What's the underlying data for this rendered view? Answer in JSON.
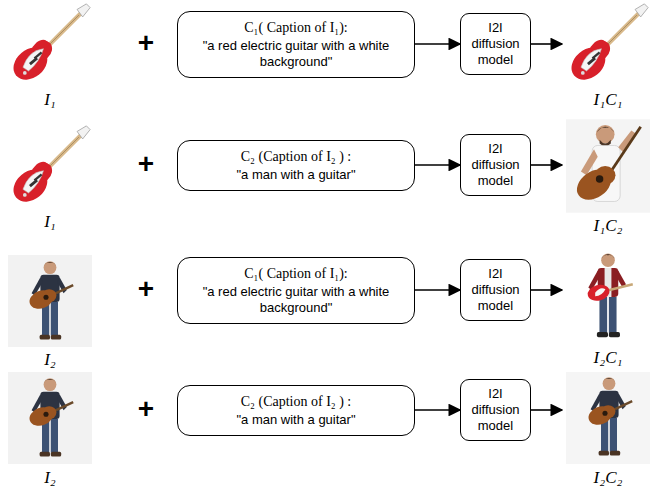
{
  "diagram": {
    "nodes": [
      {
        "text": [
          "C₁( Caption of I₁):",
          "\"a red electric guitar with a white background\""
        ]
      },
      {
        "text": [
          "I2I diffusion model"
        ]
      },
      {
        "text": [
          "C₂ (Caption of I₂ ) :",
          "\"a man with a guitar\""
        ]
      },
      {
        "text": [
          "I2I diffusion model"
        ]
      },
      {
        "text": [
          "C₁( Caption of I₁):",
          "\"a red electric guitar with a white background\""
        ]
      },
      {
        "text": [
          "I2I diffusion model"
        ]
      },
      {
        "text": [
          "C₂ (Caption of I₂ ) :",
          "\"a man with a guitar\""
        ]
      },
      {
        "text": [
          "I2I diffusion model"
        ]
      }
    ],
    "edges": [
      {
        "from": 0,
        "to": 1,
        "arrow": "to"
      },
      {
        "from": 2,
        "to": 3,
        "arrow": "to"
      },
      {
        "from": 4,
        "to": 5,
        "arrow": "to"
      },
      {
        "from": 6,
        "to": 7,
        "arrow": "to"
      }
    ],
    "labels": [
      "I₁",
      "+",
      "I₁C₁",
      "I₁",
      "+",
      "I₁C₂",
      "I₂",
      "+",
      "I₂C₁",
      "I₂",
      "+",
      "I₂C₂"
    ]
  }
}
